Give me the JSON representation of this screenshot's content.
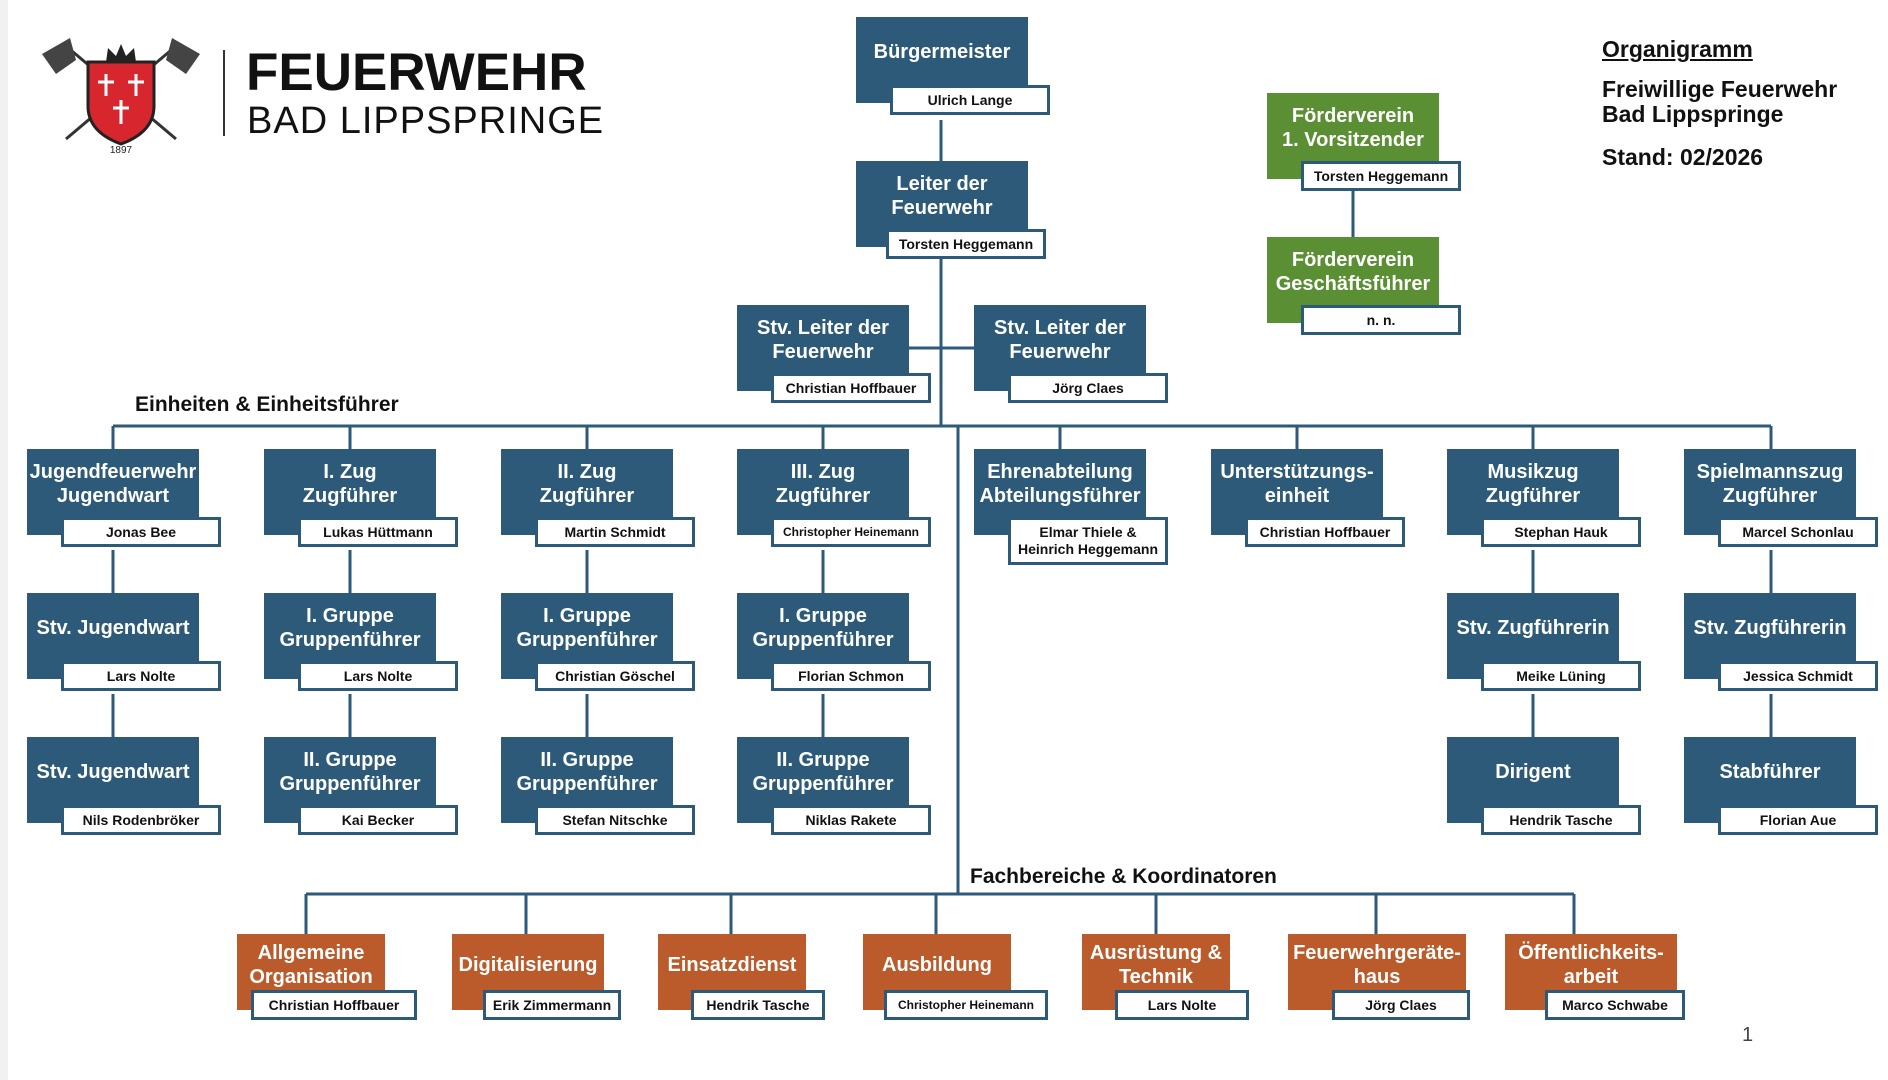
{
  "logo": {
    "title_line1": "FEUERWEHR",
    "title_line2": "BAD LIPPSPRINGE",
    "year": "1897"
  },
  "doc": {
    "title": "Organigramm",
    "organization": "Freiwillige Feuerwehr\nBad Lippspringe",
    "stand": "Stand: 02/2026",
    "page_number": "1"
  },
  "sections": {
    "units": "Einheiten & Einheitsführer",
    "departments": "Fachbereiche & Koordinatoren"
  },
  "colors": {
    "leadership": "#2e5a7a",
    "association": "#5b8f34",
    "departments": "#bb5a2b",
    "lines": "#2e5a7a"
  },
  "nodes": {
    "mayor": {
      "role": "Bürgermeister",
      "name": "Ulrich Lange"
    },
    "chief": {
      "role": "Leiter der\nFeuerwehr",
      "name": "Torsten Heggemann"
    },
    "deputy1": {
      "role": "Stv. Leiter der\nFeuerwehr",
      "name": "Christian Hoffbauer"
    },
    "deputy2": {
      "role": "Stv. Leiter der\nFeuerwehr",
      "name": "Jörg Claes"
    },
    "fv_chair": {
      "role": "Förderverein\n1. Vorsitzender",
      "name": "Torsten Heggemann"
    },
    "fv_manager": {
      "role": "Förderverein\nGeschäftsführer",
      "name": "n. n."
    },
    "jf": {
      "role": "Jugendfeuerwehr\nJugendwart",
      "name": "Jonas Bee"
    },
    "jf_d1": {
      "role": "Stv. Jugendwart",
      "name": "Lars Nolte"
    },
    "jf_d2": {
      "role": "Stv. Jugendwart",
      "name": "Nils Rodenbröker"
    },
    "z1": {
      "role": "I. Zug\nZugführer",
      "name": "Lukas Hüttmann"
    },
    "z1_g1": {
      "role": "I. Gruppe\nGruppenführer",
      "name": "Lars Nolte"
    },
    "z1_g2": {
      "role": "II. Gruppe\nGruppenführer",
      "name": "Kai Becker"
    },
    "z2": {
      "role": "II. Zug\nZugführer",
      "name": "Martin Schmidt"
    },
    "z2_g1": {
      "role": "I. Gruppe\nGruppenführer",
      "name": "Christian Göschel"
    },
    "z2_g2": {
      "role": "II. Gruppe\nGruppenführer",
      "name": "Stefan Nitschke"
    },
    "z3": {
      "role": "III. Zug\nZugführer",
      "name": "Christopher Heinemann"
    },
    "z3_g1": {
      "role": "I. Gruppe\nGruppenführer",
      "name": "Florian Schmon"
    },
    "z3_g2": {
      "role": "II. Gruppe\nGruppenführer",
      "name": "Niklas Rakete"
    },
    "ehren": {
      "role": "Ehrenabteilung\nAbteilungsführer",
      "name": "Elmar Thiele &\nHeinrich Heggemann"
    },
    "unterst": {
      "role": "Unterstützungs-\neinheit",
      "name": "Christian Hoffbauer"
    },
    "musik": {
      "role": "Musikzug\nZugführer",
      "name": "Stephan Hauk"
    },
    "musik_d": {
      "role": "Stv. Zugführerin",
      "name": "Meike Lüning"
    },
    "musik_dir": {
      "role": "Dirigent",
      "name": "Hendrik Tasche"
    },
    "spiel": {
      "role": "Spielmannszug\nZugführer",
      "name": "Marcel Schonlau"
    },
    "spiel_d": {
      "role": "Stv. Zugführerin",
      "name": "Jessica Schmidt"
    },
    "spiel_stab": {
      "role": "Stabführer",
      "name": "Florian Aue"
    },
    "fb_org": {
      "role": "Allgemeine\nOrganisation",
      "name": "Christian Hoffbauer"
    },
    "fb_dig": {
      "role": "Digitalisierung",
      "name": "Erik Zimmermann"
    },
    "fb_einsatz": {
      "role": "Einsatzdienst",
      "name": "Hendrik Tasche"
    },
    "fb_ausb": {
      "role": "Ausbildung",
      "name": "Christopher Heinemann"
    },
    "fb_ausr": {
      "role": "Ausrüstung &\nTechnik",
      "name": "Lars Nolte"
    },
    "fb_haus": {
      "role": "Feuerwehrgeräte-\nhaus",
      "name": "Jörg Claes"
    },
    "fb_oeff": {
      "role": "Öffentlichkeits-\narbeit",
      "name": "Marco Schwabe"
    }
  }
}
